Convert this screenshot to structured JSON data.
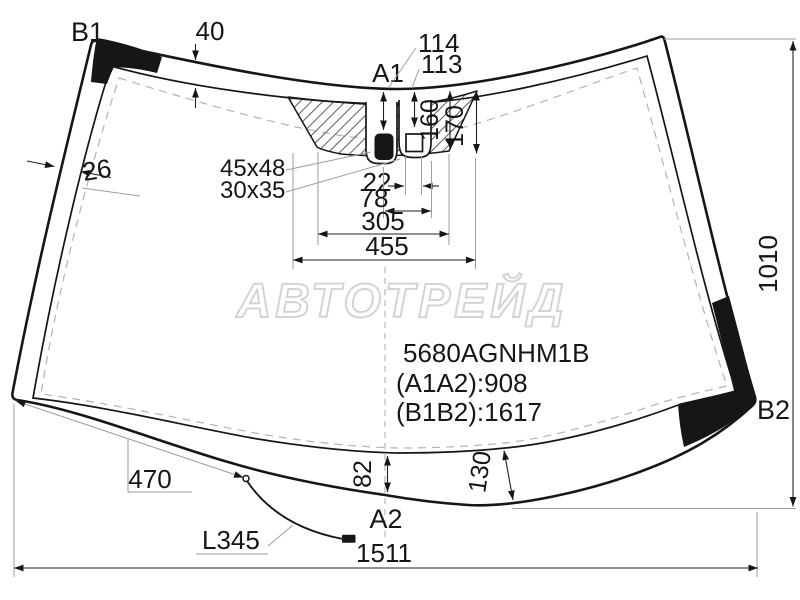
{
  "diagram": {
    "watermark": "АВТОТРЕЙД",
    "part": {
      "code": "5680AGNHM1B",
      "a1a2": "(A1A2):908",
      "b1b2": "(B1B2):1617"
    },
    "labels": {
      "a1": "A1",
      "a2": "A2",
      "b1": "B1",
      "b2": "B2"
    },
    "dims": {
      "top_band": "40",
      "side_band": "26",
      "mirror_pad": "45x48",
      "sensor_pad": "30x35",
      "d114": "114",
      "d113": "113",
      "d160": "160",
      "d170": "170",
      "d22": "22",
      "d78": "78",
      "d305": "305",
      "d455": "455",
      "height": "1010",
      "d470": "470",
      "d82": "82",
      "d130": "130",
      "bottom_width": "1511",
      "wire_len": "L345"
    }
  }
}
